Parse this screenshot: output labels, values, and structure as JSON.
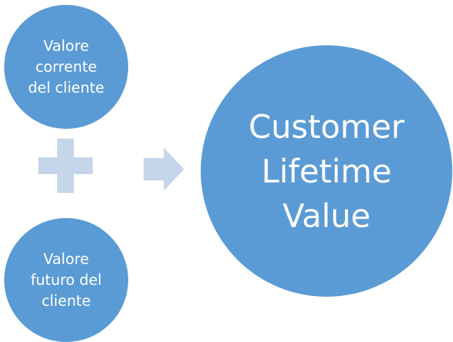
{
  "diagram": {
    "nodes": {
      "current_value": "Valore\ncorrente\ndel cliente",
      "future_value": "Valore\nfuturo del\ncliente",
      "result": "Customer\nLifetime\nValue"
    },
    "operators": {
      "plus": "plus-icon",
      "arrow": "arrow-right-icon"
    },
    "colors": {
      "circle_fill": "#5b9bd5",
      "operator_fill": "#c5d5ea",
      "text": "#ffffff"
    }
  }
}
